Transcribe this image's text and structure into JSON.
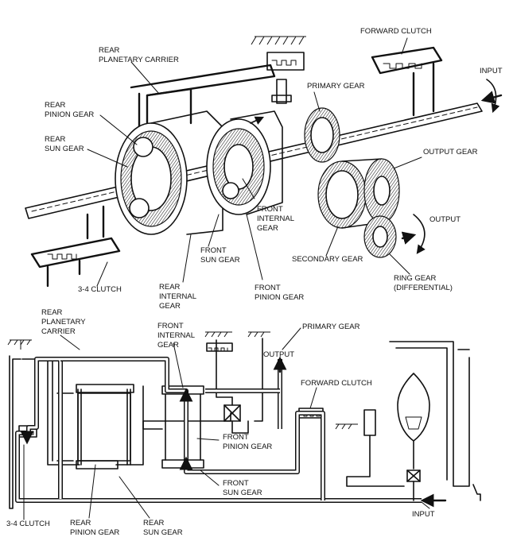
{
  "top_labels": {
    "rear_planetary_carrier": [
      "REAR",
      "PLANETARY CARRIER"
    ],
    "forward_clutch": [
      "FORWARD CLUTCH"
    ],
    "input": [
      "INPUT"
    ],
    "primary_gear": [
      "PRIMARY GEAR"
    ],
    "rear_pinion_gear": [
      "REAR",
      "PINION GEAR"
    ],
    "rear_sun_gear": [
      "REAR",
      "SUN GEAR"
    ],
    "output_gear": [
      "OUTPUT GEAR"
    ],
    "output": [
      "OUTPUT"
    ],
    "front_internal_gear": [
      "FRONT",
      "INTERNAL",
      "GEAR"
    ],
    "front_sun_gear": [
      "FRONT",
      "SUN GEAR"
    ],
    "secondary_gear": [
      "SECONDARY GEAR"
    ],
    "ring_gear": [
      "RING GEAR",
      "(DIFFERENTIAL)"
    ],
    "clutch_34": [
      "3-4 CLUTCH"
    ],
    "front_pinion_gear": [
      "FRONT",
      "PINION GEAR"
    ],
    "rear_internal_gear": [
      "REAR",
      "INTERNAL",
      "GEAR"
    ]
  },
  "bottom_labels": {
    "rear_planetary_carrier": [
      "REAR",
      "PLANETARY",
      "CARRIER"
    ],
    "front_internal_gear": [
      "FRONT",
      "INTERNAL",
      "GEAR"
    ],
    "primary_gear": [
      "PRIMARY GEAR"
    ],
    "output": [
      "OUTPUT"
    ],
    "forward_clutch": [
      "FORWARD CLUTCH"
    ],
    "front_pinion_gear": [
      "FRONT",
      "PINION GEAR"
    ],
    "front_sun_gear": [
      "FRONT",
      "SUN GEAR"
    ],
    "clutch_34": [
      "3-4 CLUTCH"
    ],
    "rear_pinion_gear": [
      "REAR",
      "PINION GEAR"
    ],
    "rear_sun_gear": [
      "REAR",
      "SUN GEAR"
    ],
    "input": [
      "INPUT"
    ]
  }
}
